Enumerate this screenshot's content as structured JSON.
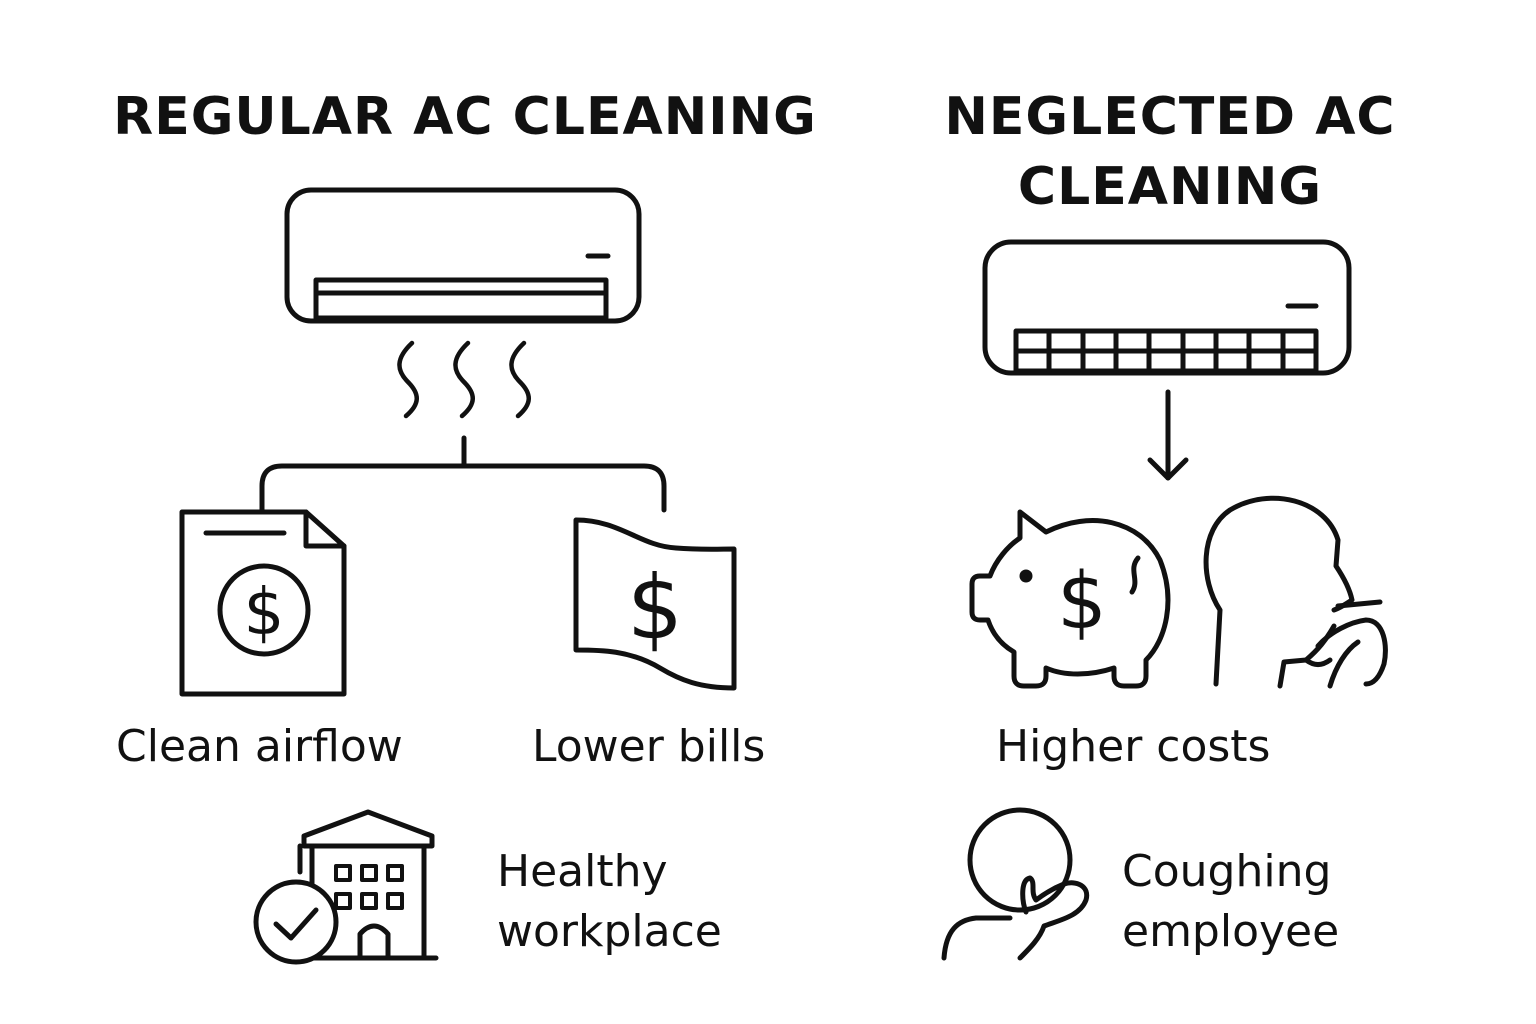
{
  "left_panel": {
    "title": "REGULAR AC CLEANING",
    "benefits": [
      {
        "label": "Clean airflow",
        "icon": "document-dollar-icon"
      },
      {
        "label": "Lower bills",
        "icon": "banknote-dollar-icon"
      }
    ],
    "outcome": {
      "line1": "Healthy",
      "line2": "workplace",
      "icon": "office-building-check-icon"
    },
    "unit_icon": "clean-air-conditioner-icon"
  },
  "right_panel": {
    "title": "NEGLECTED AC CLEANING",
    "consequences": [
      {
        "label": "Higher costs",
        "icons": [
          "piggy-bank-dollar-icon",
          "coughing-person-profile-icon"
        ]
      }
    ],
    "outcome": {
      "line1": "Coughing",
      "line2": "employee",
      "icon": "coughing-employee-icon"
    },
    "unit_icon": "clogged-air-conditioner-icon"
  },
  "colors": {
    "stroke": "#111111",
    "background": "#ffffff"
  }
}
